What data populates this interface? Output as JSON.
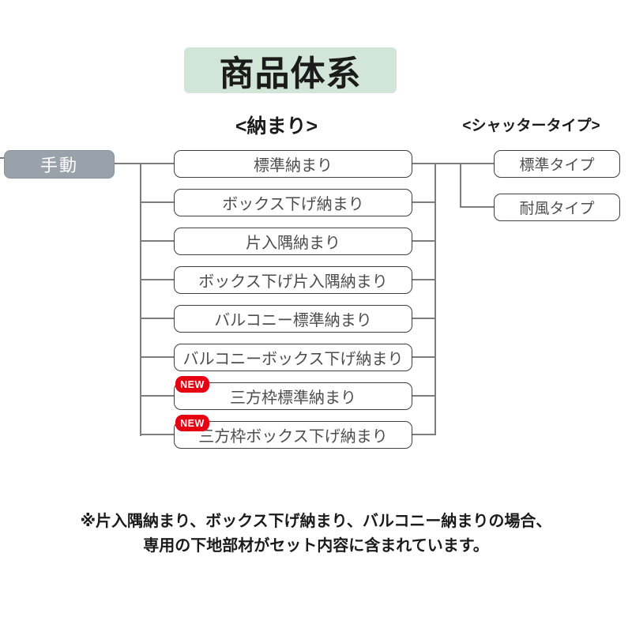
{
  "title": "商品体系",
  "headers": {
    "nakamari": "<納まり>",
    "shutter_type": "<シャッタータイプ>"
  },
  "root": {
    "label": "手動"
  },
  "nakamari_items": [
    {
      "label": "標準納まり",
      "new": false
    },
    {
      "label": "ボックス下げ納まり",
      "new": false
    },
    {
      "label": "片入隅納まり",
      "new": false
    },
    {
      "label": "ボックス下げ片入隅納まり",
      "new": false
    },
    {
      "label": "バルコニー標準納まり",
      "new": false
    },
    {
      "label": "バルコニーボックス下げ納まり",
      "new": false
    },
    {
      "label": "三方枠標準納まり",
      "new": true
    },
    {
      "label": "三方枠ボックス下げ納まり",
      "new": true
    }
  ],
  "shutter_types": [
    {
      "label": "標準タイプ"
    },
    {
      "label": "耐風タイプ"
    }
  ],
  "badge": {
    "label": "NEW"
  },
  "note": {
    "line1": "※片入隅納まり、ボックス下げ納まり、バルコニー納まりの場合、",
    "line2": "専用の下地部材がセット内容に含まれています。"
  },
  "colors": {
    "title_bg": "#d2e5d9",
    "root_bg": "#99a2ab",
    "badge_bg": "#e60012",
    "line": "#7d7d7d",
    "box_border": "#404040"
  }
}
